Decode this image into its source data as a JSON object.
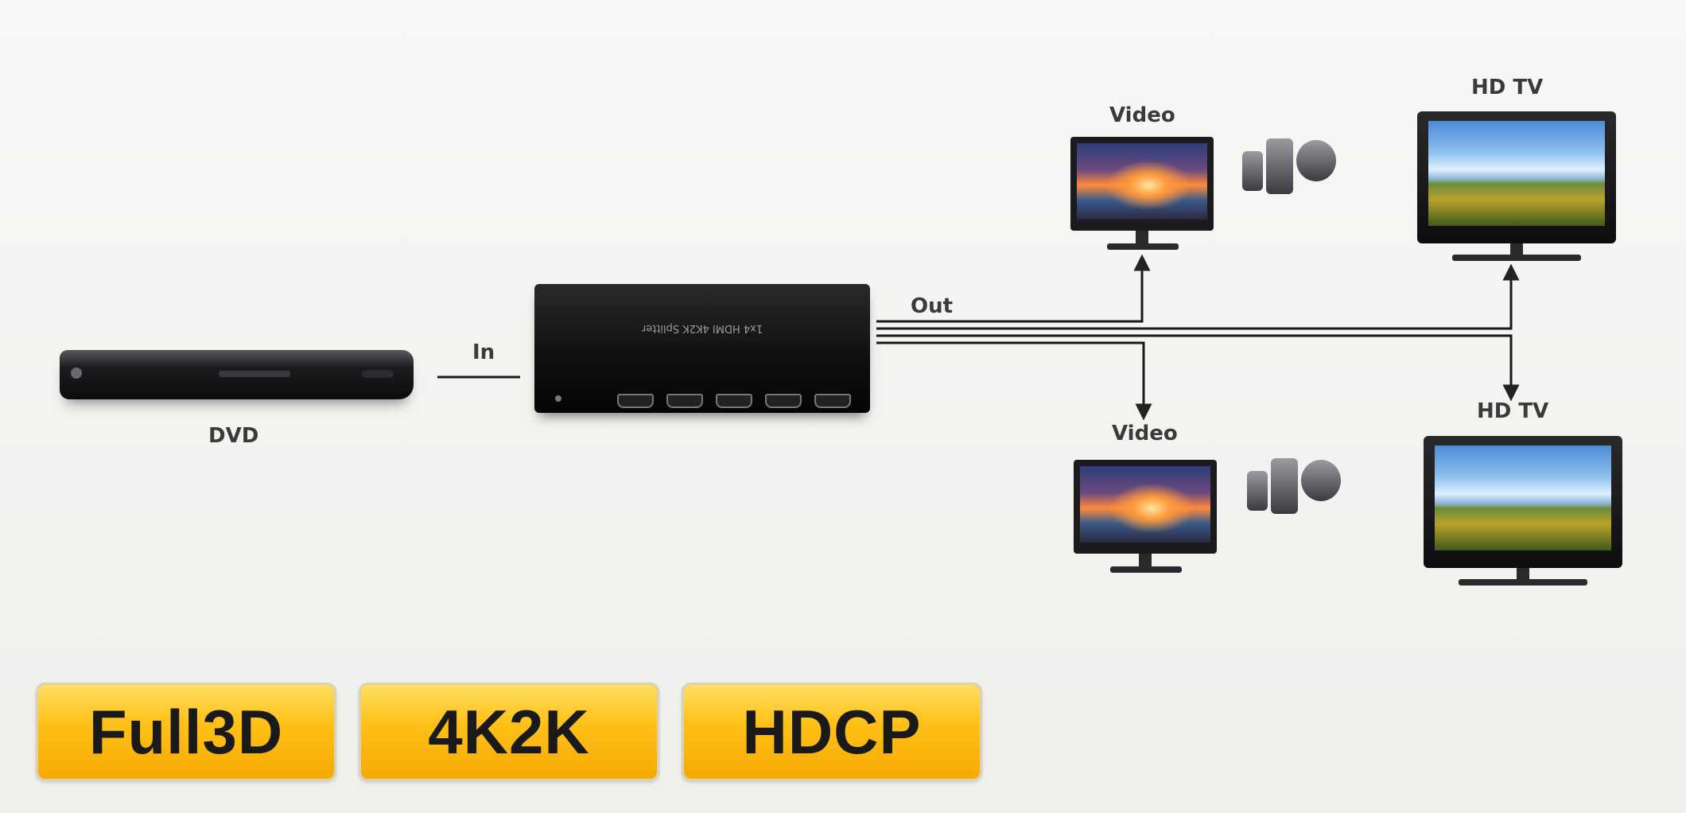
{
  "labels": {
    "dvd": "DVD",
    "in": "In",
    "out": "Out",
    "video_top": "Video",
    "video_bottom": "Video",
    "hdtv_top": "HD TV",
    "hdtv_bottom": "HD TV"
  },
  "splitter": {
    "model_text": "1x4 HDMI 4K2K Splitter"
  },
  "badges": [
    "Full3D",
    "4K2K",
    "HDCP"
  ]
}
